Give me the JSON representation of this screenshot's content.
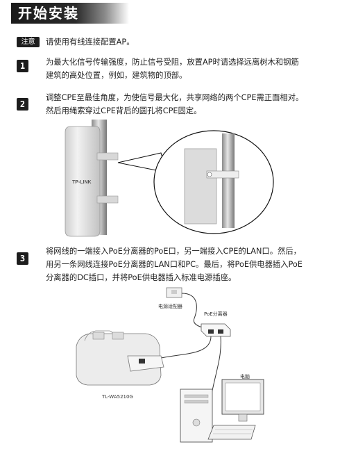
{
  "header": {
    "title": "开始安装"
  },
  "note": {
    "tag": "注意",
    "text": "请使用有线连接配置AP。"
  },
  "steps": [
    {
      "num": "1",
      "lines": [
        "为最大化信号传输强度，防止信号受阻，放置AP时请选择远离树木和钢筋",
        "建筑的高处位置，例如，建筑物的顶部。"
      ]
    },
    {
      "num": "2",
      "lines": [
        "调整CPE至最佳角度，为使信号最大化，共享网络的两个CPE需正面相对。",
        "然后用绳索穿过CPE背后的圆孔将CPE固定。"
      ]
    },
    {
      "num": "3",
      "lines": [
        "将网线的一端接入PoE分离器的PoE口，另一端接入CPE的LAN口。然后，",
        "用另一条网线连接PoE分离器的LAN口和PC。最后，将PoE供电器插入PoE",
        "分离器的DC插口，并将PoE供电器插入标准电源插座。"
      ]
    }
  ],
  "figure1": {
    "device_logo": "TP-LINK"
  },
  "figure2": {
    "label_adapter": "电源适配器",
    "label_splitter": "PoE分离器",
    "label_pc": "电脑",
    "label_device": "TL-WA5210G"
  }
}
